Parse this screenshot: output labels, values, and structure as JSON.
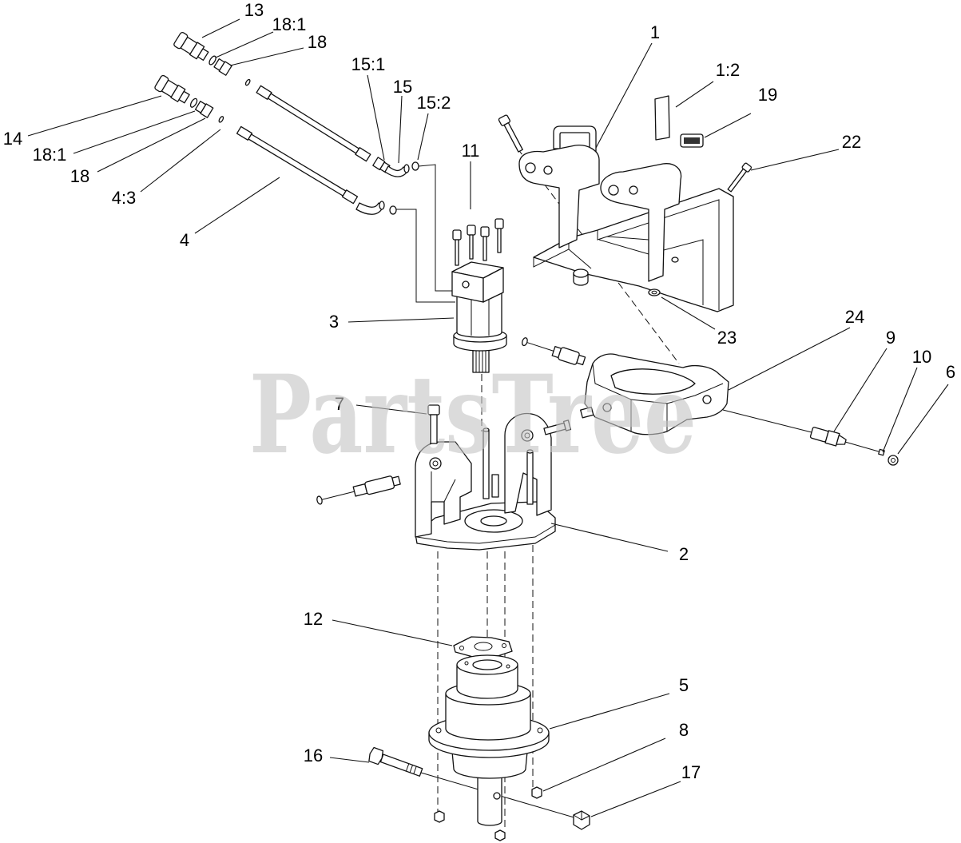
{
  "callouts": [
    "13",
    "18:1",
    "18",
    "1",
    "1:2",
    "19",
    "22",
    "14",
    "18:1",
    "18",
    "4:3",
    "4",
    "15:1",
    "15",
    "15:2",
    "11",
    "3",
    "23",
    "24",
    "9",
    "10",
    "6",
    "7",
    "2",
    "12",
    "5",
    "8",
    "16",
    "17"
  ],
  "watermark": "PartsTree"
}
